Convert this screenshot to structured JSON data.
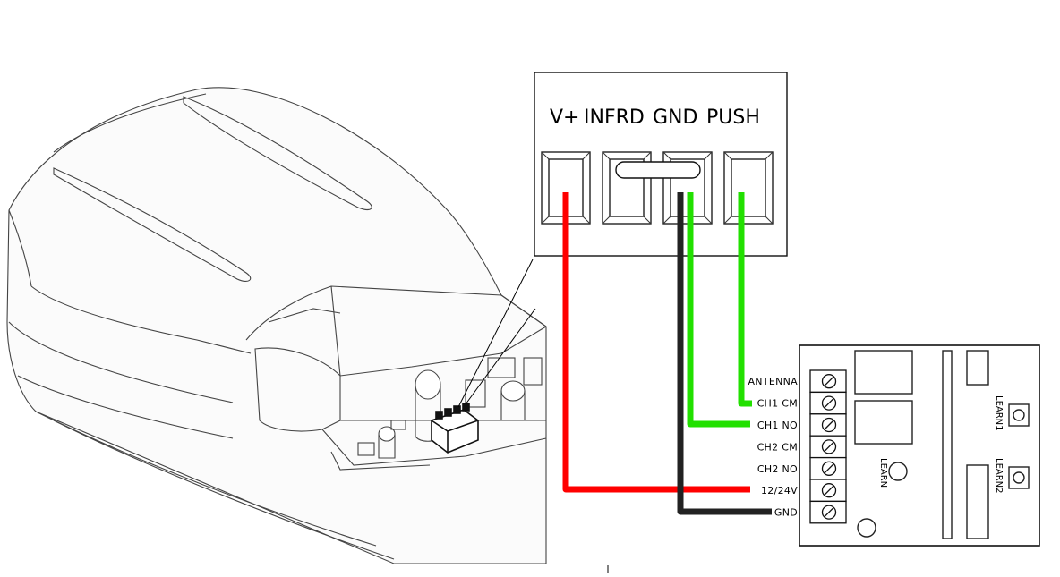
{
  "connector": {
    "labels": [
      "V+",
      "INFRD",
      "GND",
      "PUSH"
    ]
  },
  "receiver": {
    "terminals": [
      "ANTENNA",
      "CH1 CM",
      "CH1 NO",
      "CH2 CM",
      "CH2 NO",
      "12/24V",
      "GND"
    ],
    "learn_label": "LEARN",
    "learn1_label": "LEARN1",
    "learn2_label": "LEARN2"
  },
  "wires": {
    "red": "#ff0000",
    "green": "#22e000",
    "black": "#222222"
  }
}
